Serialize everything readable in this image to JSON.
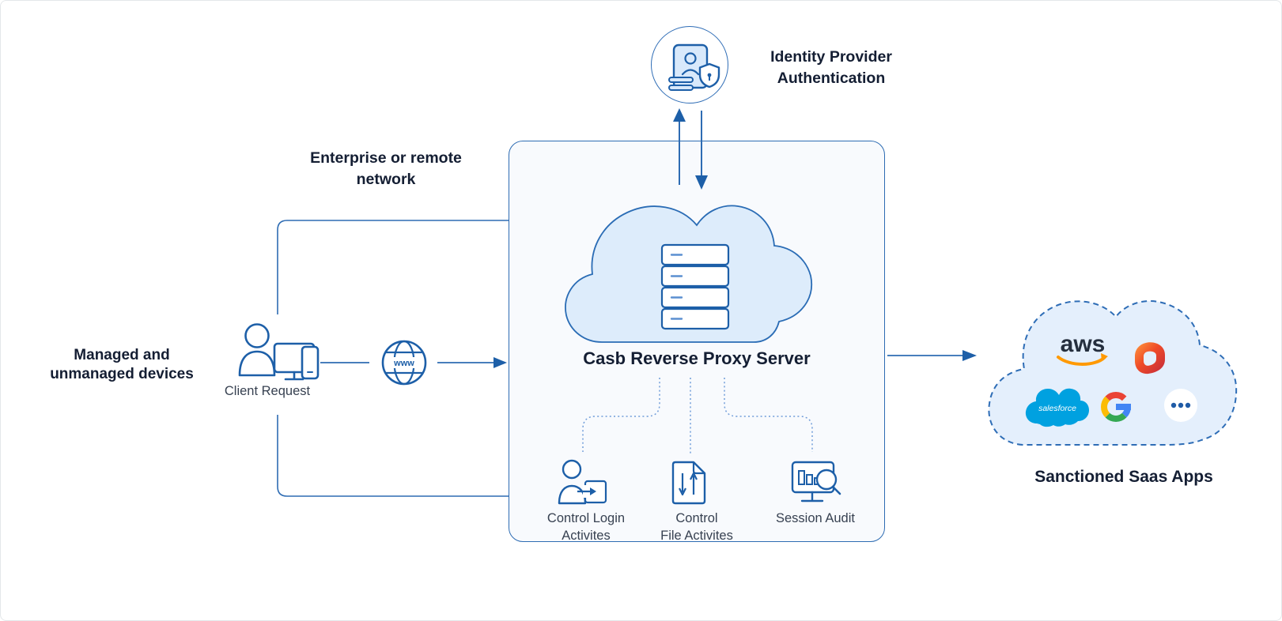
{
  "idp": {
    "line1": "Identity Provider",
    "line2": "Authentication"
  },
  "devices": {
    "line1": "Managed and",
    "line2": "unmanaged devices"
  },
  "client": {
    "label": "Client Request"
  },
  "network": {
    "line1": "Enterprise or remote",
    "line2": "network"
  },
  "www": {
    "label": "www"
  },
  "proxy": {
    "label": "Casb Reverse Proxy Server"
  },
  "controls": [
    {
      "line1": "Control Login",
      "line2": "Activites"
    },
    {
      "line1": "Control",
      "line2": "File Activites"
    },
    {
      "line1": "Session Audit",
      "line2": ""
    }
  ],
  "saas": {
    "label": "Sanctioned Saas Apps",
    "aws_text": "aws",
    "salesforce_text": "salesforce",
    "apps": [
      "aws",
      "office-365",
      "salesforce",
      "google",
      "more-apps"
    ]
  },
  "colors": {
    "primary_blue": "#2e6cb3",
    "icon_stroke_blue": "#1d5fa8",
    "dotted_connector_blue": "#6f9cd9",
    "proxy_cloud_fill": "#ddecfb",
    "saas_cloud_fill": "#e4effc",
    "proxy_box_fill": "#f8fafd",
    "heading_text": "#141e33",
    "label_text": "#374151",
    "aws_orange": "#ff9900",
    "aws_dark": "#252f3e",
    "salesforce_blue": "#00a1e0",
    "google_blue": "#4285f4",
    "google_red": "#ea4335",
    "google_yellow": "#fbbc05",
    "google_green": "#34a853"
  }
}
